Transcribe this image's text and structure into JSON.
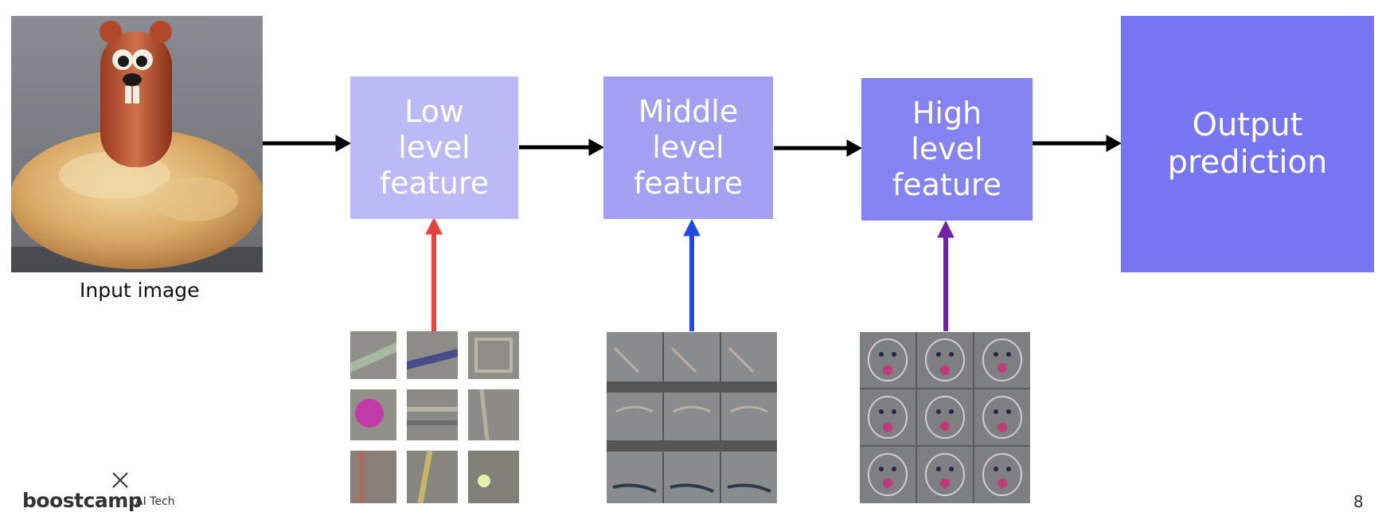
{
  "input": {
    "caption": "Input image"
  },
  "stages": [
    {
      "label": "Low\nlevel\nfeature",
      "color": "#bcbaf6"
    },
    {
      "label": "Middle\nlevel\nfeature",
      "color": "#a3a0f3"
    },
    {
      "label": "High\nlevel\nfeature",
      "color": "#8583f2"
    }
  ],
  "output": {
    "label": "Output\nprediction",
    "color": "#7775f2"
  },
  "arrow_colors": {
    "flow": "#000000",
    "low": "#e8403a",
    "middle": "#1f49e6",
    "high": "#7123a8"
  },
  "footer": {
    "logo": "boostcamp",
    "logo_sub": "AI Tech",
    "page": "8"
  }
}
